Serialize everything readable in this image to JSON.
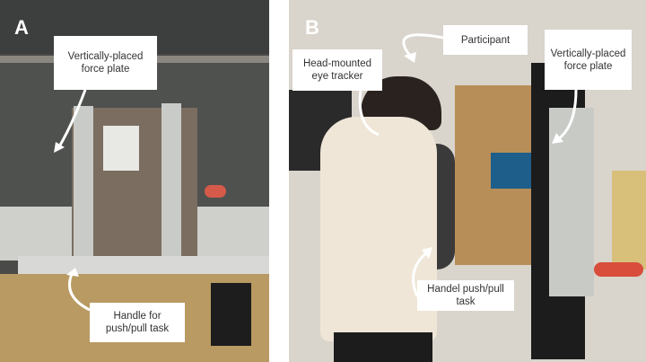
{
  "panel_a": {
    "letter": "A",
    "label_force_plate": "Vertically-placed force plate",
    "label_handle": "Handle for push/pull task"
  },
  "panel_b": {
    "letter": "B",
    "label_participant": "Participant",
    "label_eye_tracker": "Head-mounted eye tracker",
    "label_force_plate": "Vertically-placed force plate",
    "label_handle": "Handel push/pull task"
  }
}
